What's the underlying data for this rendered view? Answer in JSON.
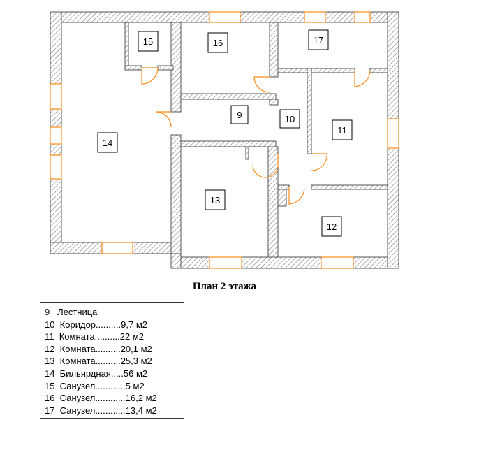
{
  "plan_title": "План 2 этажа",
  "rooms": [
    {
      "num": "9",
      "name": "Лестница",
      "area": ""
    },
    {
      "num": "10",
      "name": "Коридор",
      "area": "9,7 м2"
    },
    {
      "num": "11",
      "name": "Комната",
      "area": "22 м2"
    },
    {
      "num": "12",
      "name": "Комната",
      "area": "20,1 м2"
    },
    {
      "num": "13",
      "name": "Комната",
      "area": "25,3 м2"
    },
    {
      "num": "14",
      "name": "Бильярдная",
      "area": "56 м2"
    },
    {
      "num": "15",
      "name": "Санузел",
      "area": "5 м2"
    },
    {
      "num": "16",
      "name": "Санузел",
      "area": "16,2 м2"
    },
    {
      "num": "17",
      "name": "Санузел",
      "area": "13,4 м2"
    }
  ],
  "legend_lines": [
    "9   Лестница",
    "10  Коридор..........9,7 м2",
    "11  Комната..........22 м2",
    "12  Комната..........20,1 м2",
    "13  Комната..........25,3 м2",
    "14  Бильярдная.....56 м2",
    "15  Санузел............5 м2",
    "16  Санузел............16,2 м2",
    "17  Санузел............13,4 м2"
  ],
  "colors": {
    "wall_hatch": "#777777",
    "window": "#ff8c1a",
    "door": "#ff8c1a",
    "wall_fill": "#ffffff"
  }
}
